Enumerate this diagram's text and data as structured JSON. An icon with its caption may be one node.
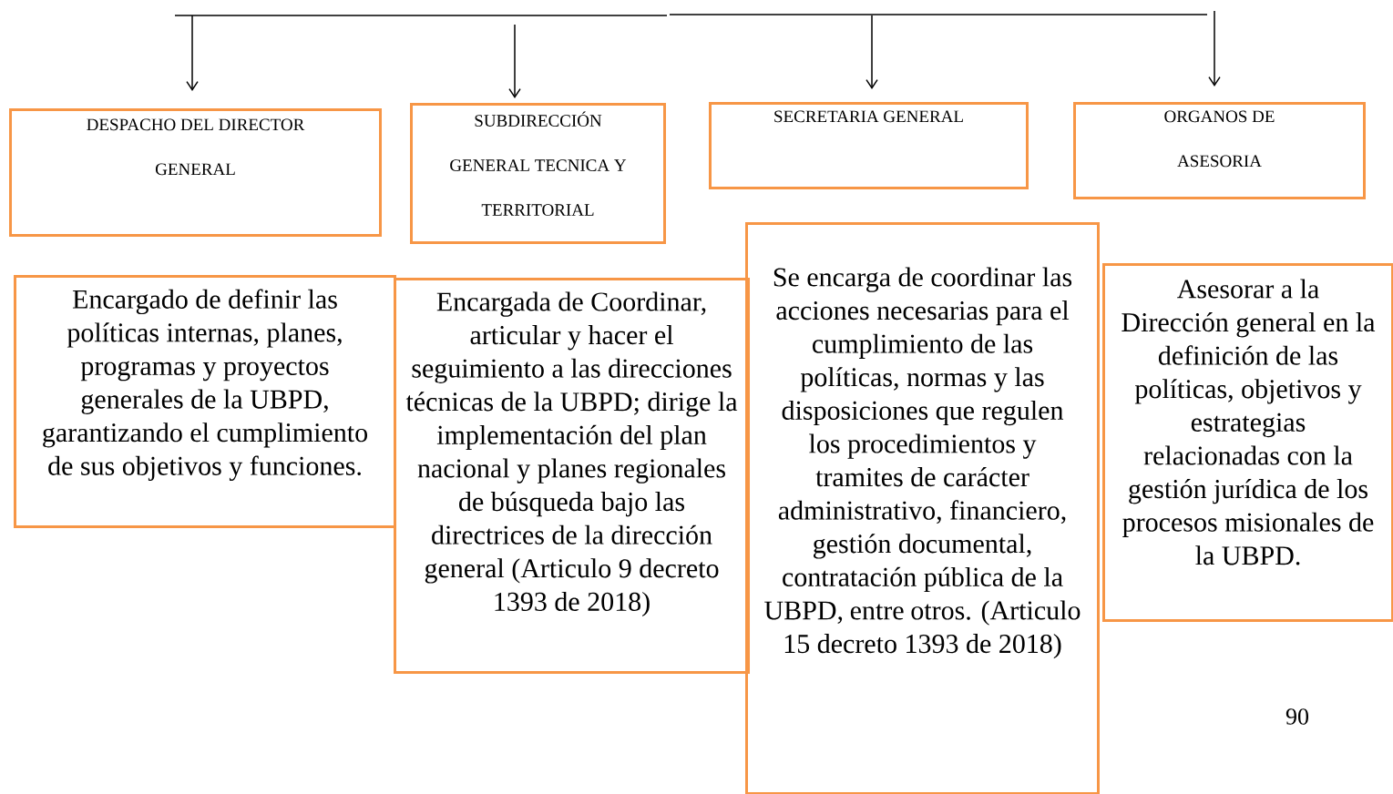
{
  "diagram": {
    "nodes": [
      {
        "text": [
          "DESPACHO DEL DIRECTOR GENERAL"
        ]
      },
      {
        "text": [
          "SUBDIRECCIÓN GENERAL TECNICA Y TERRITORIAL"
        ]
      },
      {
        "text": [
          "SECRETARIA GENERAL"
        ]
      },
      {
        "text": [
          "ORGANOS DE ASESORIA"
        ]
      },
      {
        "text": [
          "Encargado de definir las políticas internas, planes, programas y proyectos generales de la UBPD, garantizando el cumplimiento de sus objetivos y funciones."
        ]
      },
      {
        "text": [
          "Encargada de Coordinar, articular y hacer el seguimiento a las direcciones técnicas de la UBPD; dirige la implementación del plan nacional y planes regionales de búsqueda bajo las directrices de la dirección general (Articulo 9 decreto 1393 de 2018)"
        ]
      },
      {
        "text": [
          "Se encarga de coordinar las acciones necesarias para el cumplimiento de las políticas, normas y las disposiciones que regulen los procedimientos y tramites de carácter administrativo, financiero, gestión documental, contratación pública de la UBPD, entre otros. (Articulo 15 decreto 1393 de 2018)"
        ]
      },
      {
        "text": [
          "Asesorar a la Dirección general en la definición de las políticas, objetivos y estrategias relacionadas con la gestión jurídica de los procesos misionales de la UBPD."
        ]
      }
    ],
    "edges": [
      {
        "from": null,
        "to": 0,
        "arrow": "to"
      },
      {
        "from": null,
        "to": 1,
        "arrow": "to"
      },
      {
        "from": null,
        "to": 2,
        "arrow": "to"
      },
      {
        "from": null,
        "to": 3,
        "arrow": "to"
      }
    ],
    "labels": [
      "90"
    ]
  }
}
